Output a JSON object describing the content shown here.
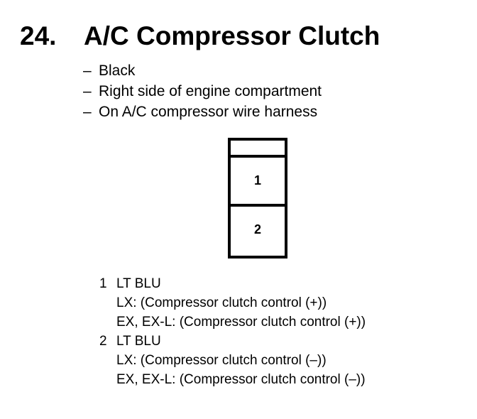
{
  "heading": {
    "number": "24.",
    "title": "A/C Compressor Clutch"
  },
  "connector_info": [
    {
      "dash": "–",
      "text": "Black"
    },
    {
      "dash": "–",
      "text": "Right side of engine compartment"
    },
    {
      "dash": "–",
      "text": "On A/C compressor wire harness"
    }
  ],
  "connector": {
    "cavities": [
      "1",
      "2"
    ]
  },
  "pins": [
    {
      "number": "1",
      "wire_color": "LT BLU",
      "lines": [
        "LX: (Compressor clutch control (+))",
        "EX, EX-L: (Compressor clutch control (+))"
      ]
    },
    {
      "number": "2",
      "wire_color": "LT BLU",
      "lines": [
        "LX: (Compressor clutch control (–))",
        "EX, EX-L: (Compressor clutch control (–))"
      ]
    }
  ]
}
